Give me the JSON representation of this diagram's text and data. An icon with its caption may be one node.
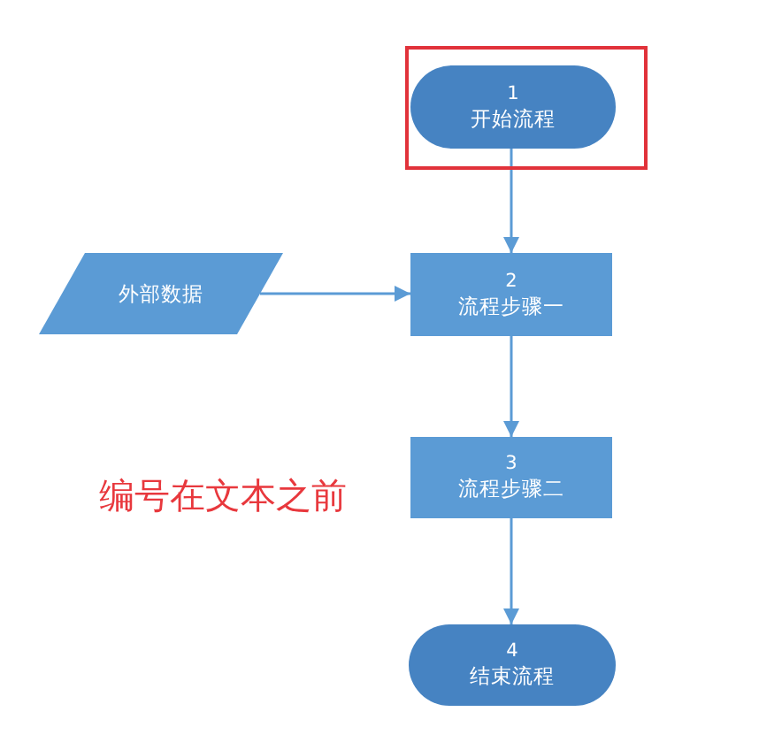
{
  "diagram": {
    "nodes": [
      {
        "text": [],
        "shape": "box"
      },
      {
        "text": [
          "1",
          "开始流程"
        ],
        "in": 0
      },
      {
        "text": [
          "外部数据"
        ]
      },
      {
        "text": [
          "2",
          "流程步骤一"
        ]
      },
      {
        "text": [
          "3",
          "流程步骤二"
        ]
      },
      {
        "text": [
          "4",
          "结束流程"
        ]
      }
    ],
    "edges": [
      {
        "from": 1,
        "to": 3,
        "arrow": "to"
      },
      {
        "from": 2,
        "to": 3,
        "arrow": "to"
      },
      {
        "from": 3,
        "to": 4,
        "arrow": "to"
      },
      {
        "from": 4,
        "to": 5,
        "arrow": "to"
      }
    ],
    "labels": [
      "编号在文本之前"
    ]
  }
}
